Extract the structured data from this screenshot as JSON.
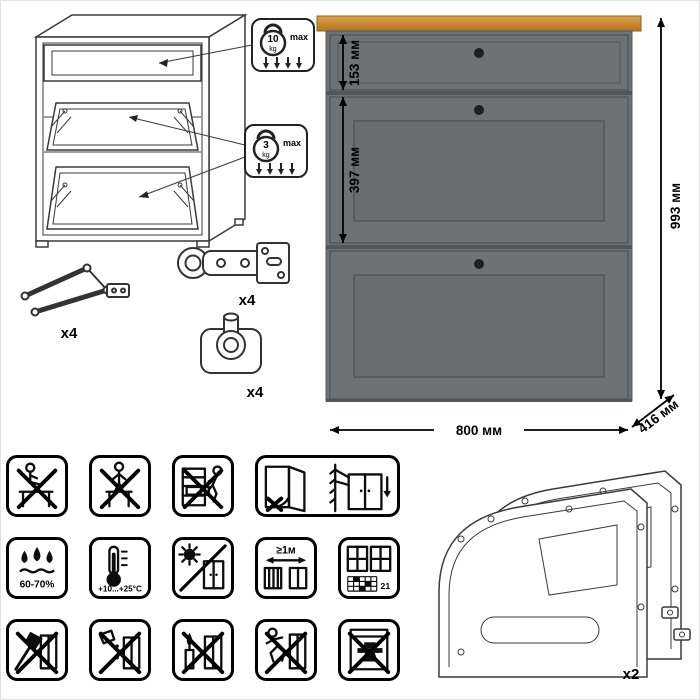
{
  "page": {
    "background": "#ffffff"
  },
  "wireframe": {
    "weight_badges": [
      {
        "value": "10",
        "unit": "kg",
        "note": "max"
      },
      {
        "value": "3",
        "unit": "kg",
        "note": "max"
      }
    ]
  },
  "hardware": {
    "items": [
      {
        "name": "lid-stay-bracket",
        "qty": "x4"
      },
      {
        "name": "concealed-hinge",
        "qty": "x4"
      },
      {
        "name": "adjustable-foot",
        "qty": "x4"
      }
    ]
  },
  "cabinet": {
    "colors": {
      "top_wood": "#c98a33",
      "body": "#6d7276",
      "knob": "#1f1f1f"
    },
    "dimensions": {
      "drawer_height": "153 мм",
      "flap_height": "397 мм",
      "total_height": "993 мм",
      "width": "800 мм",
      "depth": "416 мм"
    }
  },
  "side_panels": {
    "qty": "x2"
  },
  "pictograms": {
    "humidity_label": "60-70%",
    "temperature_label": "+10...+25°С",
    "heat_distance_label": "≥1м",
    "calendar_day": "21",
    "icons": [
      "no-sitting",
      "no-standing",
      "no-climbing-drawers",
      "anchor-to-wall",
      "humidity-range",
      "temperature-range",
      "no-direct-sunlight",
      "distance-from-heaters",
      "ventilation",
      "no-sharp-tools",
      "no-liquids",
      "no-open-flame",
      "no-children-playing",
      "no-heavy-load"
    ]
  }
}
